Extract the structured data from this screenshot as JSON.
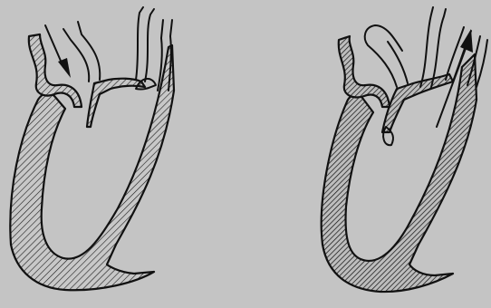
{
  "figure": {
    "background": "#c4c4c4",
    "ink": "#111111",
    "panels": [
      {
        "id": "left",
        "arrow_direction": "down",
        "fill_style": "light-hatching"
      },
      {
        "id": "right",
        "arrow_direction": "up",
        "fill_style": "dense-hatching"
      }
    ]
  }
}
